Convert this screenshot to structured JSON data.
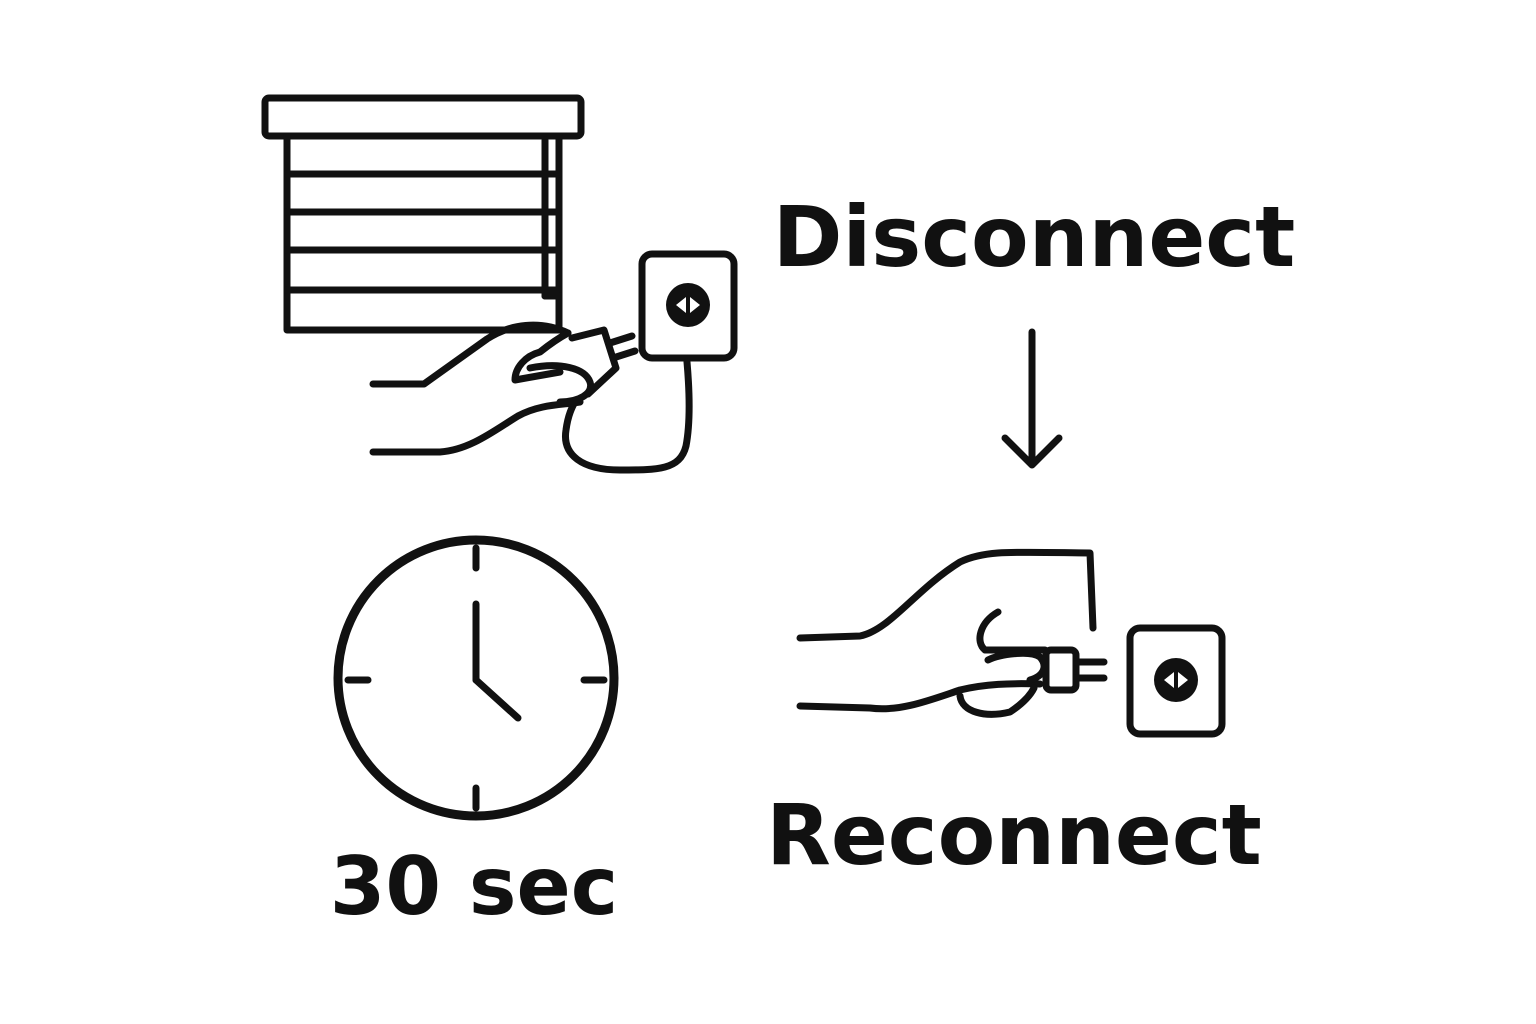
{
  "steps": {
    "disconnect": {
      "label": "Disconnect"
    },
    "wait": {
      "label": "30 sec"
    },
    "reconnect": {
      "label": "Reconnect"
    }
  },
  "colors": {
    "ink": "#111111",
    "background": "#ffffff"
  },
  "icons": {
    "blind": "roller-blind-icon",
    "unplug": "hand-unplugging-icon",
    "outlet": "power-outlet-icon",
    "arrow": "arrow-down-icon",
    "clock": "clock-icon",
    "plug_in": "hand-plugging-in-icon"
  }
}
